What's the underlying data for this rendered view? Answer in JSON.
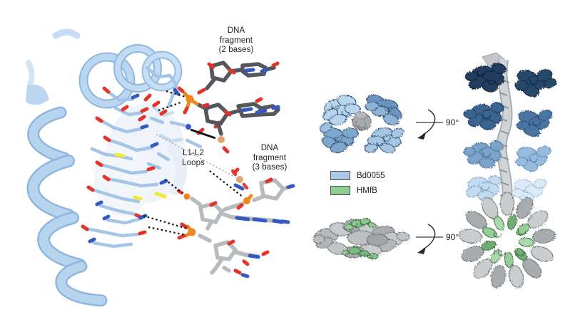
{
  "panel_left": {
    "labels": {
      "dna_fragment_2bases": {
        "line1": "DNA",
        "line2": "fragment",
        "line3": "(2 bases)"
      },
      "l1_l2_loops": {
        "line1": "L1-L2",
        "line2": "Loops"
      },
      "dna_fragment_3bases": {
        "line1": "DNA",
        "line2": "fragment",
        "line3": "(3 bases)"
      }
    }
  },
  "panel_right": {
    "rotations": {
      "top": "90°",
      "bottom": "90°"
    },
    "legend": {
      "items": [
        {
          "label": "Bd0055",
          "color": "#aac8e6"
        },
        {
          "label": "HMfB",
          "color": "#8fce93"
        }
      ]
    }
  },
  "colors": {
    "bd0055_blue": "#aac8e6",
    "hmfb_green": "#8fce93",
    "dna_light_gray": "#b8bbbe",
    "dna_dark_gray": "#54575b",
    "oxygen_red": "#e4332a",
    "nitrogen_blue": "#3558c2",
    "phosphorus_orange": "#f0871f",
    "sulfur_yellow": "#f2e93b",
    "filament_dark_blue": "#203c5f",
    "background": "#ffffff"
  }
}
